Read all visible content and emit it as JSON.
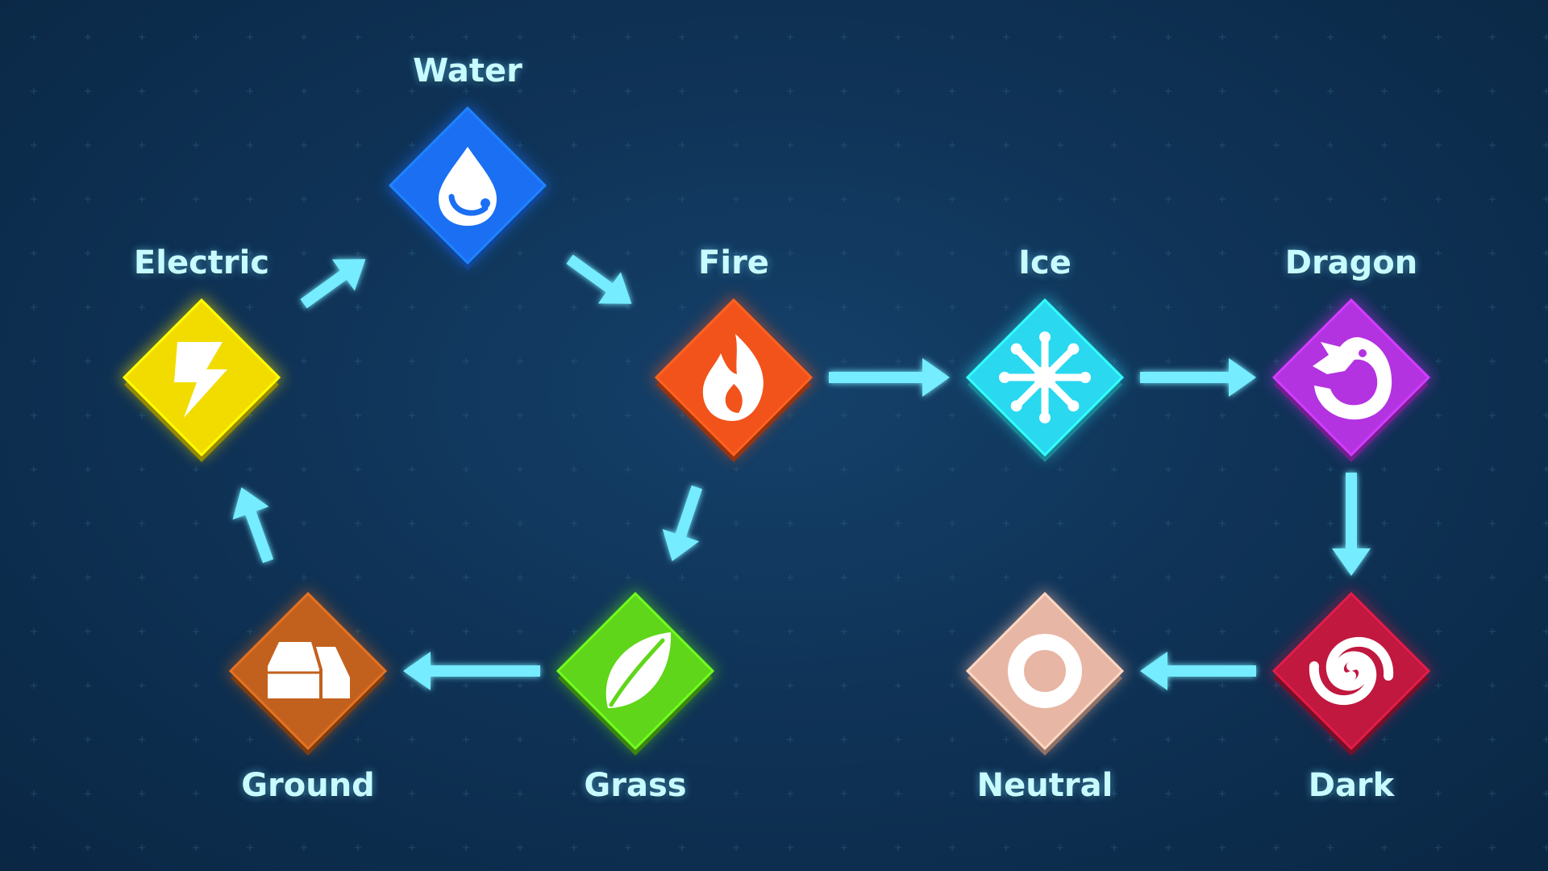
{
  "diagram": {
    "nodes": [
      {
        "id": "water",
        "label": "Water",
        "color": "#1a6ff2",
        "icon": "water-drop-icon"
      },
      {
        "id": "fire",
        "label": "Fire",
        "color": "#f2531a",
        "icon": "flame-icon"
      },
      {
        "id": "grass",
        "label": "Grass",
        "color": "#5fd61a",
        "icon": "leaf-icon"
      },
      {
        "id": "ground",
        "label": "Ground",
        "color": "#c2611d",
        "icon": "rock-icon"
      },
      {
        "id": "electric",
        "label": "Electric",
        "color": "#f2dc00",
        "icon": "lightning-icon"
      },
      {
        "id": "ice",
        "label": "Ice",
        "color": "#2ad8ef",
        "icon": "snowflake-icon"
      },
      {
        "id": "dragon",
        "label": "Dragon",
        "color": "#b333e0",
        "icon": "dragon-head-icon"
      },
      {
        "id": "dark",
        "label": "Dark",
        "color": "#c0183f",
        "icon": "spiral-icon"
      },
      {
        "id": "neutral",
        "label": "Neutral",
        "color": "#e8b6a4",
        "icon": "ring-icon"
      }
    ],
    "edges": [
      {
        "from": "electric",
        "to": "water"
      },
      {
        "from": "water",
        "to": "fire"
      },
      {
        "from": "fire",
        "to": "grass"
      },
      {
        "from": "grass",
        "to": "ground"
      },
      {
        "from": "ground",
        "to": "electric"
      },
      {
        "from": "fire",
        "to": "ice"
      },
      {
        "from": "ice",
        "to": "dragon"
      },
      {
        "from": "dragon",
        "to": "dark"
      },
      {
        "from": "dark",
        "to": "neutral"
      }
    ],
    "arrow_color": "#74ecff"
  }
}
